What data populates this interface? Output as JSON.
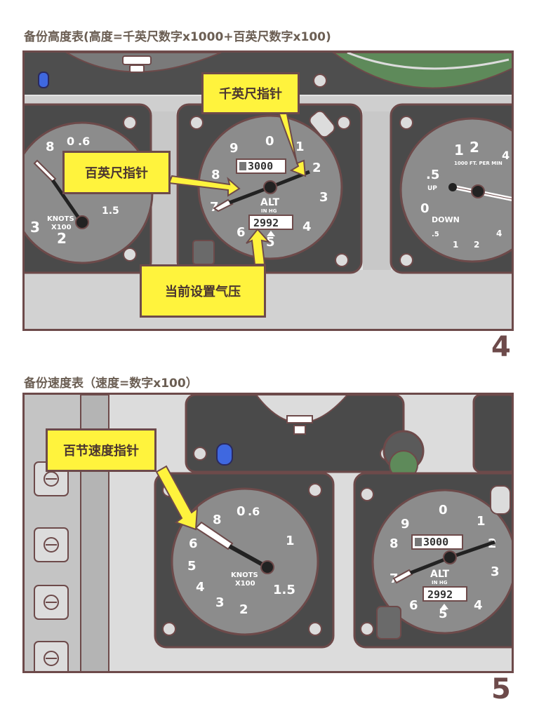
{
  "panel4": {
    "caption": "备份高度表(高度=千英尺数字x1000+百英尺数字x100)",
    "number": "4",
    "callouts": {
      "thousands_pointer": "千英尺指针",
      "hundreds_pointer": "百英尺指针",
      "current_pressure": "当前设置气压"
    },
    "airspeed_gauge": {
      "tick_labels": [
        "8",
        "0",
        ".6",
        "3",
        "2",
        "1.5"
      ],
      "unit_label": "KNOTS",
      "scale_label": "X100"
    },
    "altimeter": {
      "tick_labels": [
        "0",
        "1",
        "2",
        "3",
        "4",
        "5",
        "6",
        "7",
        "8",
        "9"
      ],
      "thousands_drum": "3000",
      "label": "ALT",
      "sub_label": "IN HG",
      "pressure_value": "2992"
    },
    "vsi_gauge": {
      "tick_labels": [
        "1",
        "2",
        "4",
        ".5",
        "0",
        ".5",
        "1",
        "2",
        "4"
      ],
      "scale_label": "1000 FT. PER MIN",
      "up_label": "UP",
      "down_label": "DOWN"
    }
  },
  "panel5": {
    "caption": "备份速度表（速度=数字x100）",
    "number": "5",
    "callouts": {
      "airspeed_pointer": "百节速度指针"
    },
    "airspeed_gauge": {
      "tick_labels": [
        "0",
        ".6",
        "1",
        "1.5",
        "2",
        "3",
        "4",
        "5",
        "6",
        "8"
      ],
      "unit_label": "KNOTS",
      "scale_label": "X100"
    },
    "altimeter": {
      "tick_labels": [
        "0",
        "1",
        "2",
        "3",
        "4",
        "5",
        "6",
        "7",
        "8",
        "9"
      ],
      "thousands_drum": "3000",
      "label": "ALT",
      "sub_label": "IN HG",
      "pressure_value": "2992"
    }
  },
  "colors": {
    "outline": "#6d4a4a",
    "callout_fill": "#fff33d",
    "gauge_face": "#8c8c8c",
    "bezel": "#4a4a4a",
    "panel_bg": "#e3e3e3",
    "caption_text": "#6b5e53",
    "knob_blue": "#3f68e0",
    "green_display": "#5e8a5a"
  }
}
